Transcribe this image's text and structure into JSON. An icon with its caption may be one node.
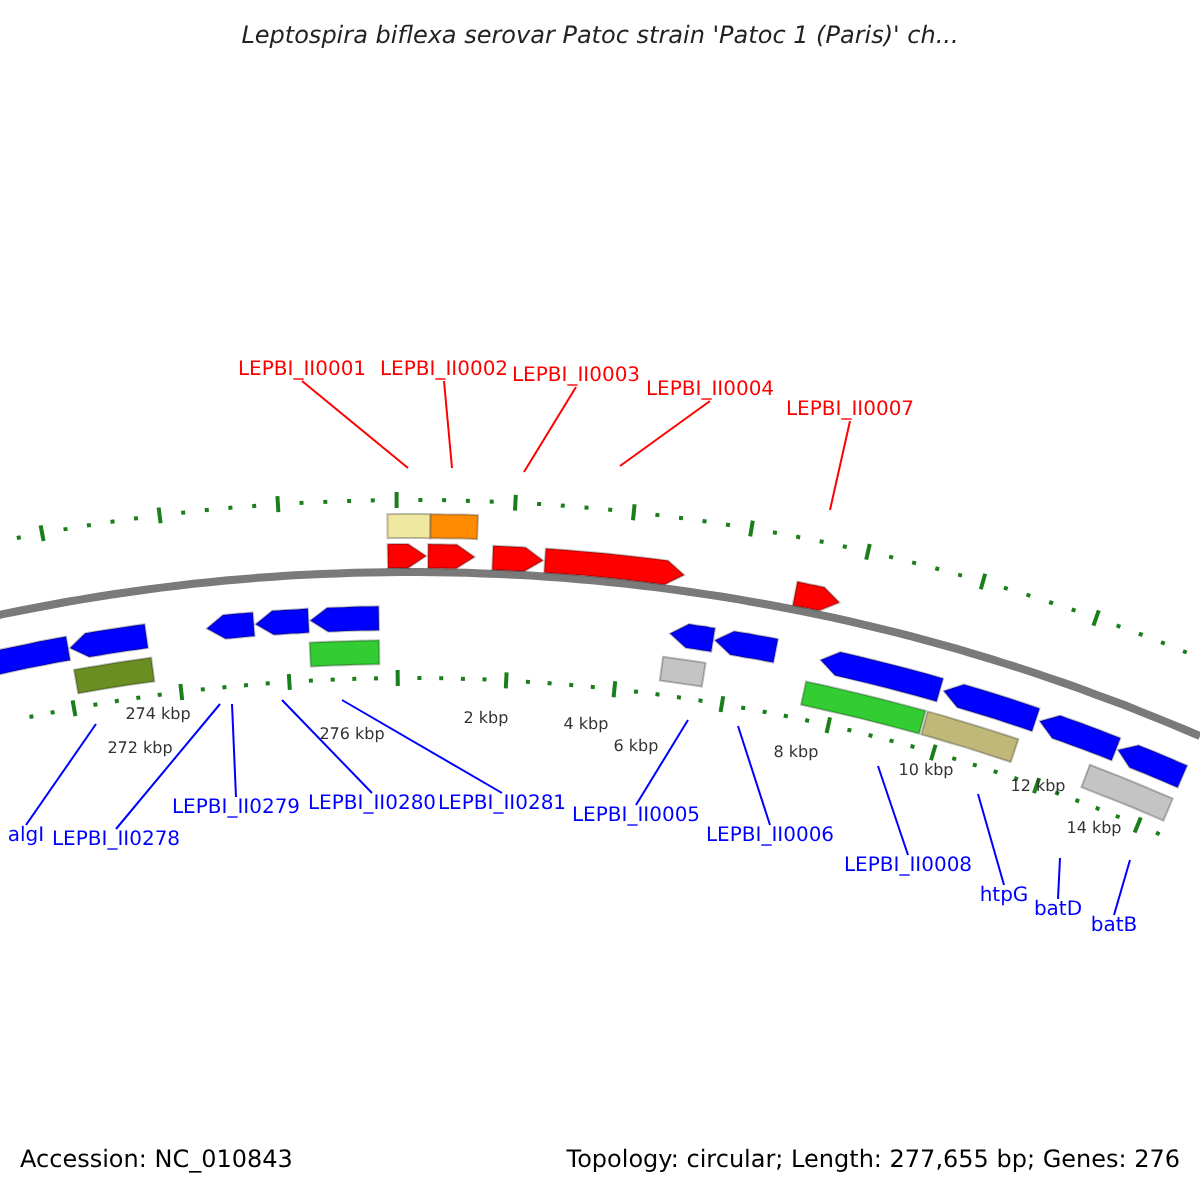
{
  "diagram": {
    "title": "Leptospira biflexa serovar Patoc strain 'Patoc 1 (Paris)' ch...",
    "nodes": [
      {
        "text": [
          "LEPBI_II0001"
        ]
      },
      {
        "text": [
          "LEPBI_II0002"
        ]
      },
      {
        "text": [
          "LEPBI_II0003"
        ]
      },
      {
        "text": [
          "LEPBI_II0004"
        ]
      },
      {
        "text": [
          "LEPBI_II0007"
        ]
      },
      {
        "text": [
          "algI"
        ]
      },
      {
        "text": [
          "LEPBI_II0278"
        ]
      },
      {
        "text": [
          "LEPBI_II0279"
        ]
      },
      {
        "text": [
          "LEPBI_II0280"
        ]
      },
      {
        "text": [
          "LEPBI_II0281"
        ]
      },
      {
        "text": [
          "LEPBI_II0005"
        ]
      },
      {
        "text": [
          "LEPBI_II0006"
        ]
      },
      {
        "text": [
          "LEPBI_II0008"
        ]
      },
      {
        "text": [
          "htpG"
        ]
      },
      {
        "text": [
          "batD"
        ]
      },
      {
        "text": [
          "batB"
        ]
      }
    ],
    "edges": [
      {
        "from": 0,
        "to": null,
        "arrow": "none",
        "color": "#ff0000"
      },
      {
        "from": 1,
        "to": null,
        "arrow": "none",
        "color": "#ff0000"
      },
      {
        "from": 2,
        "to": null,
        "arrow": "none",
        "color": "#ff0000"
      },
      {
        "from": 3,
        "to": null,
        "arrow": "none",
        "color": "#ff0000"
      },
      {
        "from": 4,
        "to": null,
        "arrow": "none",
        "color": "#ff0000"
      },
      {
        "from": 5,
        "to": null,
        "arrow": "none"
      },
      {
        "from": 6,
        "to": null,
        "arrow": "none"
      },
      {
        "from": 7,
        "to": null,
        "arrow": "none"
      },
      {
        "from": 8,
        "to": null,
        "arrow": "none"
      },
      {
        "from": 9,
        "to": null,
        "arrow": "none"
      },
      {
        "from": 10,
        "to": null,
        "arrow": "none"
      },
      {
        "from": 11,
        "to": null,
        "arrow": "none"
      },
      {
        "from": 12,
        "to": null,
        "arrow": "none"
      },
      {
        "from": 13,
        "to": null,
        "arrow": "none"
      },
      {
        "from": 14,
        "to": null,
        "arrow": "none"
      },
      {
        "from": 15,
        "to": null,
        "arrow": "none"
      }
    ],
    "labels": [
      "272 kbp",
      "274 kbp",
      "276 kbp",
      "2 kbp",
      "4 kbp",
      "6 kbp",
      "8 kbp",
      "10 kbp",
      "12 kbp",
      "14 kbp",
      "Accession: NC_010843",
      "Topology: circular; Length: 277,655 bp; Genes: 276"
    ]
  }
}
